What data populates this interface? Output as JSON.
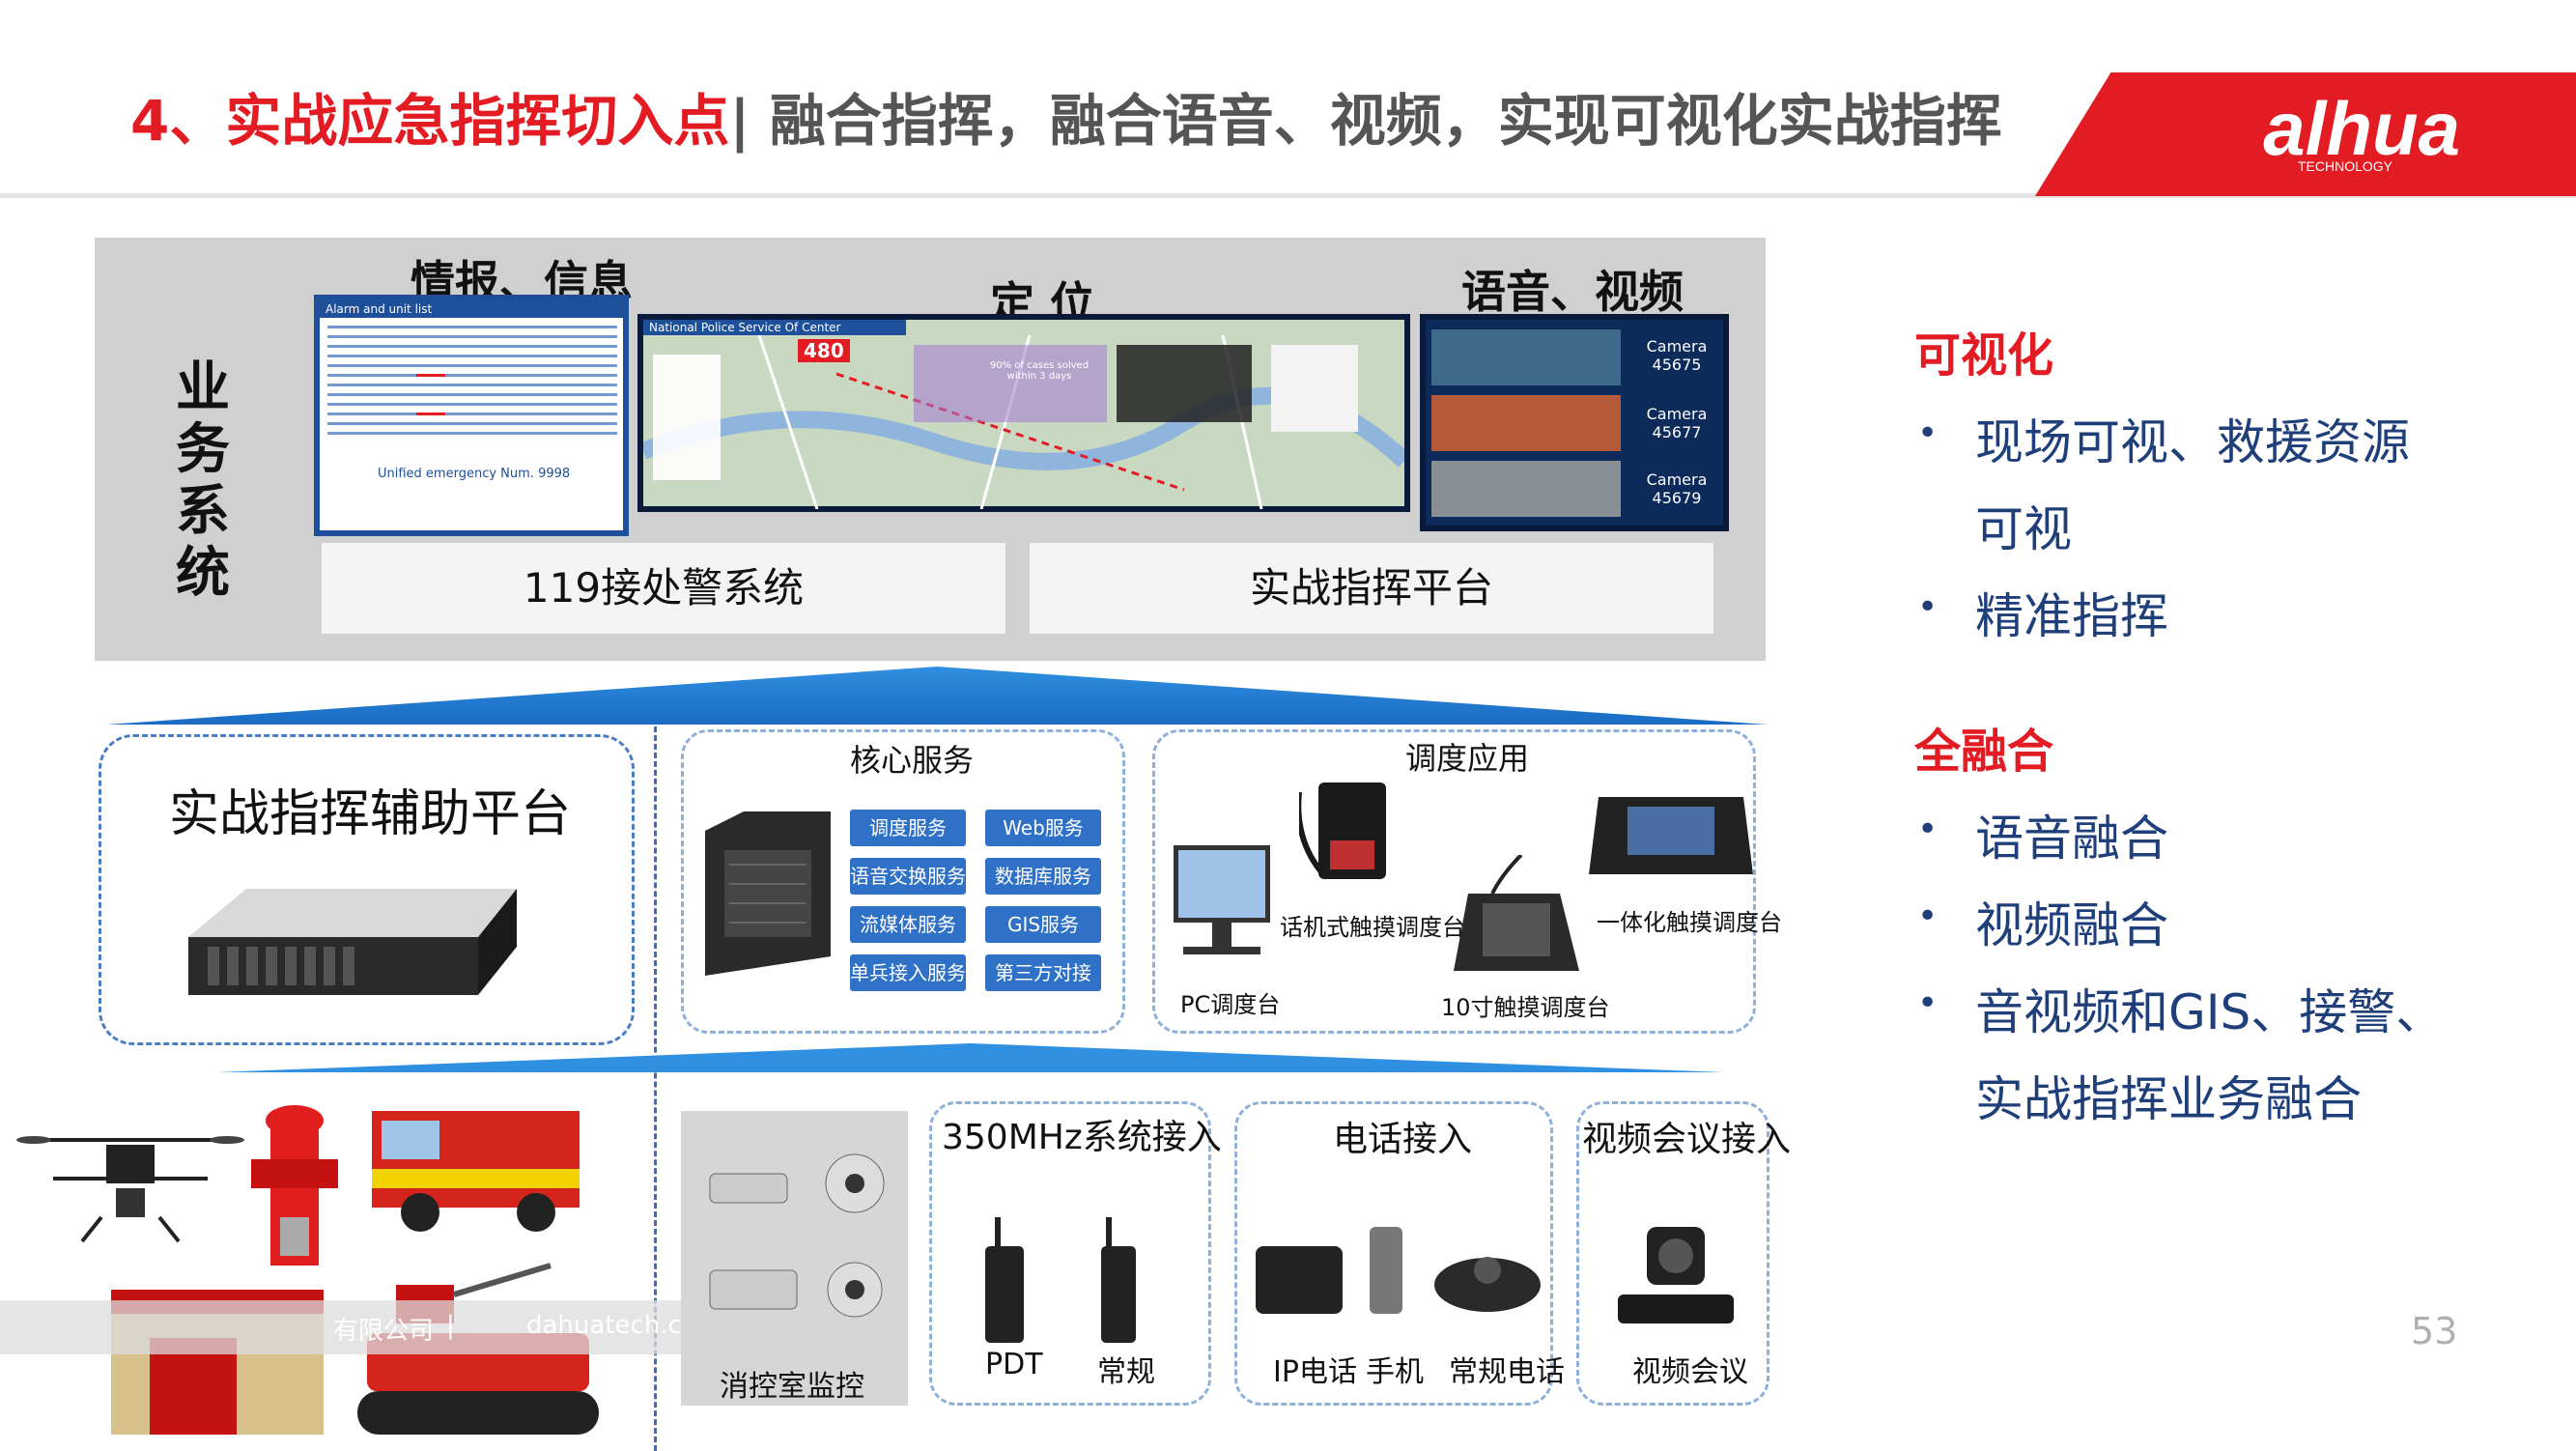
{
  "header": {
    "title_prefix": "4、实战应急指挥切入点",
    "title_suffix": "| 融合指挥，融合语音、视频，实现可视化实战指挥",
    "logo_text": "alhua",
    "logo_sub": "TECHNOLOGY",
    "accent_color": "#e31b23"
  },
  "business": {
    "vertical_label": "业务系统",
    "labels": {
      "intel": "情报、信息",
      "locate": "定  位",
      "voice_video": "语音、视频"
    },
    "screens": {
      "alarm_title": "Alarm and unit list",
      "unified": "Unified emergency Num. 9998",
      "police_title": "National Police Service Of Center",
      "counter": "480",
      "cases_note": "90% of cases solved within 3 days",
      "cameras": [
        "Camera 45675",
        "Camera 45677",
        "Camera 45679"
      ]
    },
    "systems": [
      "119接处警系统",
      "实战指挥平台"
    ]
  },
  "middle": {
    "aux_platform": "实战指挥辅助平台",
    "core": {
      "title": "核心服务",
      "services": [
        "调度服务",
        "Web服务",
        "语音交换服务",
        "数据库服务",
        "流媒体服务",
        "GIS服务",
        "单兵接入服务",
        "第三方对接"
      ]
    },
    "dispatch": {
      "title": "调度应用",
      "devices": [
        "话机式触摸调度台",
        "一体化触摸调度台",
        "PC调度台",
        "10寸触摸调度台"
      ]
    }
  },
  "bottom": {
    "monitor": "消控室监控",
    "mhz": {
      "title": "350MHz系统接入",
      "items": [
        "PDT",
        "常规"
      ]
    },
    "phone": {
      "title": "电话接入",
      "items": [
        "IP电话",
        "手机",
        "常规电话"
      ]
    },
    "video": {
      "title": "视频会议接入",
      "items": [
        "视频会议"
      ]
    }
  },
  "right": {
    "sec1": {
      "head": "可视化",
      "items": [
        "现场可视、救援资源",
        "可视",
        "精准指挥"
      ]
    },
    "sec2": {
      "head": "全融合",
      "items": [
        "语音融合",
        "视频融合",
        "音视频和GIS、接警、",
        "实战指挥业务融合"
      ]
    }
  },
  "footer": {
    "company": "有限公司",
    "separator": "|",
    "website": "dahuatech.co",
    "page": "53"
  }
}
